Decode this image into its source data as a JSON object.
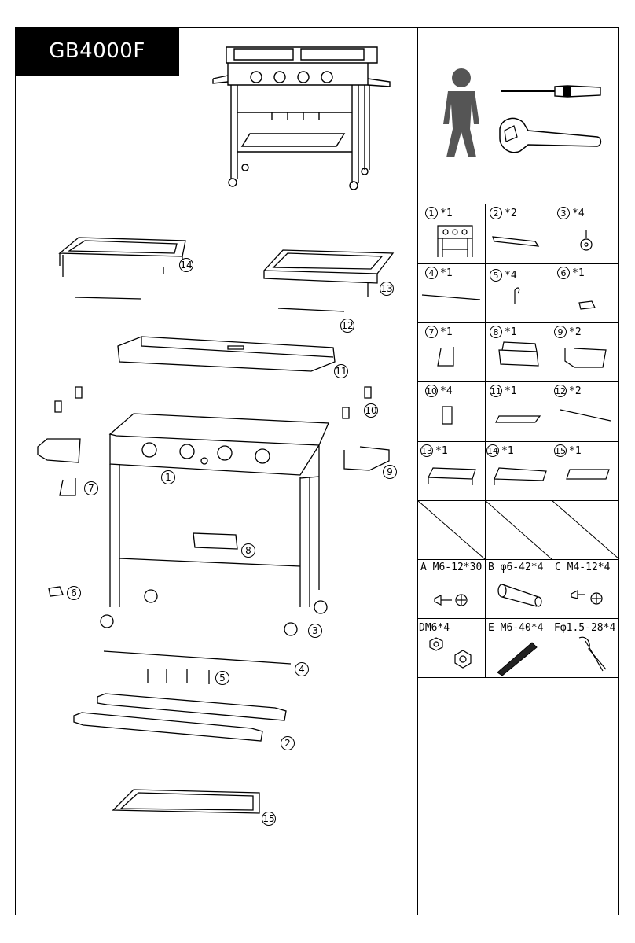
{
  "model": "GB4000F",
  "tools": {
    "person_icon": "person-icon",
    "screwdriver_icon": "screwdriver-icon",
    "wrench_icon": "wrench-icon"
  },
  "callouts": [
    "14",
    "13",
    "12",
    "11",
    "10",
    "9",
    "1",
    "7",
    "8",
    "6",
    "3",
    "4",
    "5",
    "2",
    "15"
  ],
  "parts": [
    {
      "num": "1",
      "qty": "*1"
    },
    {
      "num": "2",
      "qty": "*2"
    },
    {
      "num": "3",
      "qty": "*4"
    },
    {
      "num": "4",
      "qty": "*1"
    },
    {
      "num": "5",
      "qty": "*4"
    },
    {
      "num": "6",
      "qty": "*1"
    },
    {
      "num": "7",
      "qty": "*1"
    },
    {
      "num": "8",
      "qty": "*1"
    },
    {
      "num": "9",
      "qty": "*2"
    },
    {
      "num": "10",
      "qty": "*4"
    },
    {
      "num": "11",
      "qty": "*1"
    },
    {
      "num": "12",
      "qty": "*2"
    },
    {
      "num": "13",
      "qty": "*1"
    },
    {
      "num": "14",
      "qty": "*1"
    },
    {
      "num": "15",
      "qty": "*1"
    }
  ],
  "hardware": [
    {
      "label": "A M6-12*30"
    },
    {
      "label": "B φ6-42*4"
    },
    {
      "label": "C M4-12*4"
    },
    {
      "label": "DM6*4"
    },
    {
      "label": "E M6-40*4"
    },
    {
      "label": "Fφ1.5-28*4"
    }
  ]
}
